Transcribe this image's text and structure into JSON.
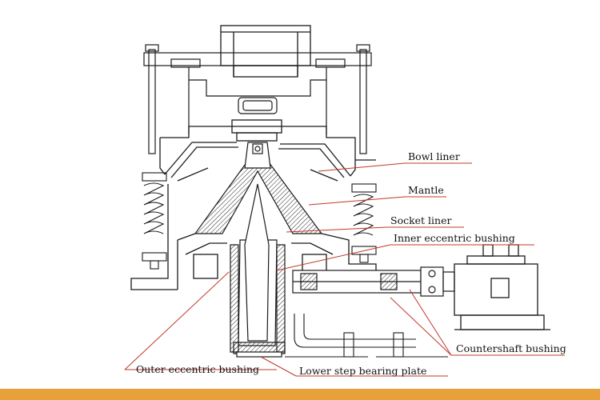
{
  "labels": {
    "bowl_liner": "Bowl liner",
    "mantle": "Mantle",
    "socket_liner": "Socket liner",
    "inner_eccentric_bushing": "Inner eccentric bushing",
    "countershaft_bushing": "Countershaft bushing",
    "outer_eccentric_bushing": "Outer eccentric bushing",
    "lower_step_bearing_plate": "Lower step bearing plate"
  },
  "colors": {
    "drawing_line": "#1a1a1a",
    "leader_line": "#c0392b",
    "label_text": "#111111",
    "bottom_band": "#e8a13a"
  }
}
